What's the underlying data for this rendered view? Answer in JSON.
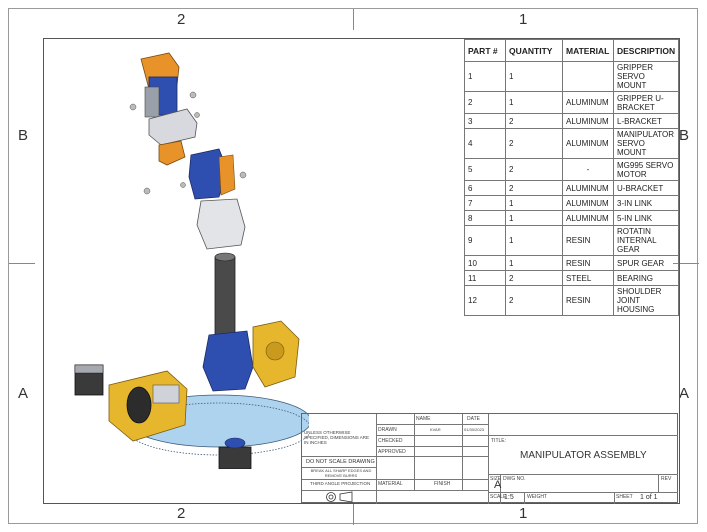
{
  "zones": {
    "top": [
      "2",
      "1"
    ],
    "bottom": [
      "2",
      "1"
    ],
    "left": [
      "B",
      "A"
    ],
    "right": [
      "B",
      "A"
    ]
  },
  "bom": {
    "headers": [
      "PART #",
      "QUANTITY",
      "MATERIAL",
      "DESCRIPTION"
    ],
    "rows": [
      [
        "1",
        "1",
        "",
        "GRIPPER SERVO MOUNT"
      ],
      [
        "2",
        "1",
        "ALUMINUM",
        "GRIPPER U-BRACKET"
      ],
      [
        "3",
        "2",
        "ALUMINUM",
        "L-BRACKET"
      ],
      [
        "4",
        "2",
        "ALUMINUM",
        "MANIPULATOR SERVO MOUNT"
      ],
      [
        "5",
        "2",
        "-",
        "MG995 SERVO MOTOR"
      ],
      [
        "6",
        "2",
        "ALUMINUM",
        "U-BRACKET"
      ],
      [
        "7",
        "1",
        "ALUMINUM",
        "3-IN LINK"
      ],
      [
        "8",
        "1",
        "ALUMINUM",
        "5-IN LINK"
      ],
      [
        "9",
        "1",
        "RESIN",
        "ROTATIN INTERNAL GEAR"
      ],
      [
        "10",
        "1",
        "RESIN",
        "SPUR GEAR"
      ],
      [
        "11",
        "2",
        "STEEL",
        "BEARING"
      ],
      [
        "12",
        "2",
        "RESIN",
        "SHOULDER JOINT HOUSING"
      ]
    ]
  },
  "title_block": {
    "dims_note": "UNLESS OTHERWISE SPECIFIED, DIMENSIONS ARE IN INCHES",
    "name_header": "NAME",
    "date_header": "DATE",
    "drawn_label": "DRAWN",
    "drawn_name": "KVAR",
    "drawn_date": "01/30/2023",
    "checked_label": "CHECKED",
    "approved_label": "APPROVED",
    "no_scale": "DO NOT SCALE DRAWING",
    "break_edges": "BREAK ALL SHARP EDGES AND REMOVE BURRS",
    "projection": "THIRD ANGLE PROJECTION",
    "material_label": "MATERIAL",
    "finish_label": "FINISH",
    "title_label": "TITLE:",
    "title": "MANIPULATOR ASSEMBLY",
    "size_label": "SIZE",
    "size": "A",
    "dwg_label": "DWG NO.",
    "rev_label": "REV",
    "scale_label": "SCALE",
    "scale": "1:5",
    "weight_label": "WEIGHT",
    "sheet_label": "SHEET",
    "sheet": "1 of 1"
  },
  "colors": {
    "orange": "#e8922a",
    "blue": "#2f4fb0",
    "gold": "#e6b72c",
    "silver": "#c9ccd3",
    "light_blue": "#aed3ee",
    "dark": "#3a3a3a"
  }
}
